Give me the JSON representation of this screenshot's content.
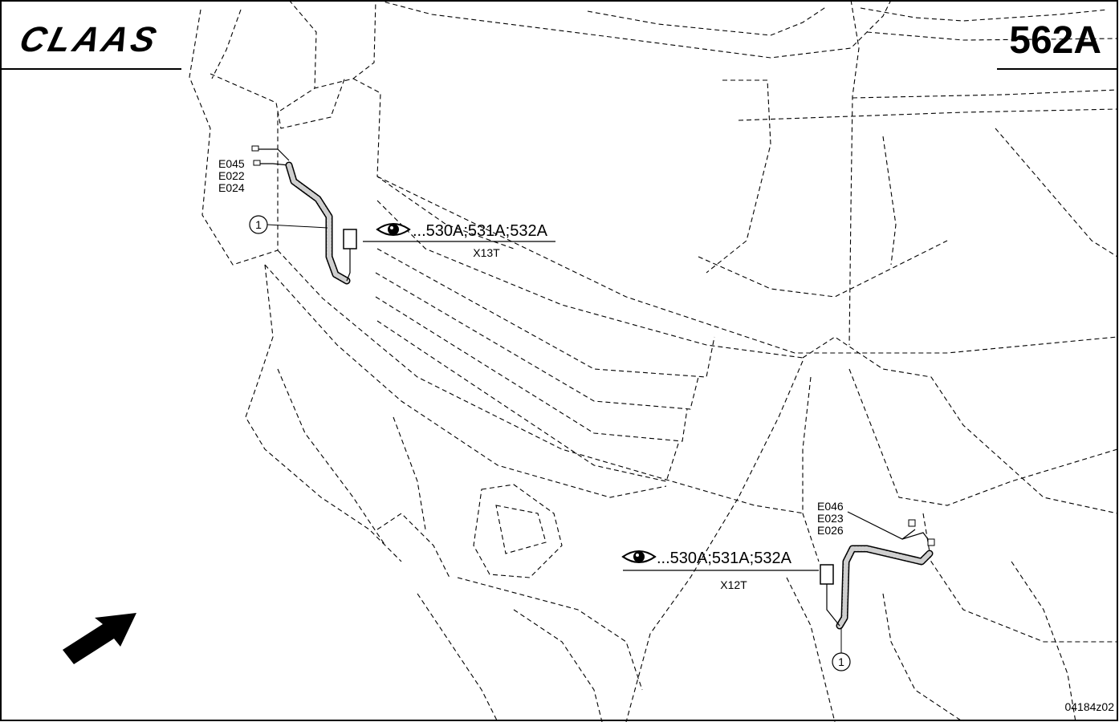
{
  "brand": {
    "logo_text": "CLAAS"
  },
  "page_code": "562A",
  "drawing_number": "04184z02",
  "left_group": {
    "component_labels": [
      "E045",
      "E022",
      "E024"
    ],
    "callout_number": "1",
    "reference_text": "...530A;531A;532A",
    "connector_label": "X13T"
  },
  "right_group": {
    "component_labels": [
      "E046",
      "E023",
      "E026"
    ],
    "callout_number": "1",
    "reference_text": "...530A;531A;532A",
    "connector_label": "X12T"
  },
  "icons": {
    "view_icon": "eye-icon",
    "direction_icon": "arrow-icon"
  },
  "colors": {
    "ink": "#000000",
    "paper": "#ffffff"
  }
}
